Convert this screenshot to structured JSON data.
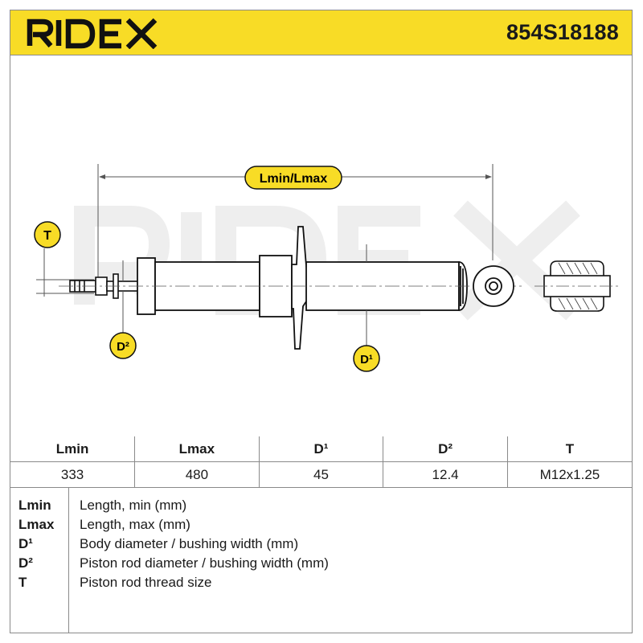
{
  "header": {
    "brand": "RIDEX",
    "part_number": "854S18188",
    "background_color": "#f8dc26"
  },
  "drawing": {
    "watermark": "RIDEX",
    "labels": {
      "length": "Lmin/Lmax",
      "thread": "T",
      "rod_diameter": "D²",
      "body_diameter": "D¹"
    }
  },
  "specs": {
    "headers": [
      "Lmin",
      "Lmax",
      "D¹",
      "D²",
      "T"
    ],
    "values": [
      "333",
      "480",
      "45",
      "12.4",
      "M12x1.25"
    ]
  },
  "legend": [
    {
      "code": "Lmin",
      "description": "Length, min (mm)"
    },
    {
      "code": "Lmax",
      "description": "Length, max (mm)"
    },
    {
      "code": "D¹",
      "description": "Body diameter / bushing width (mm)"
    },
    {
      "code": "D²",
      "description": "Piston rod diameter / bushing width (mm)"
    },
    {
      "code": "T",
      "description": "Piston rod thread size"
    }
  ]
}
